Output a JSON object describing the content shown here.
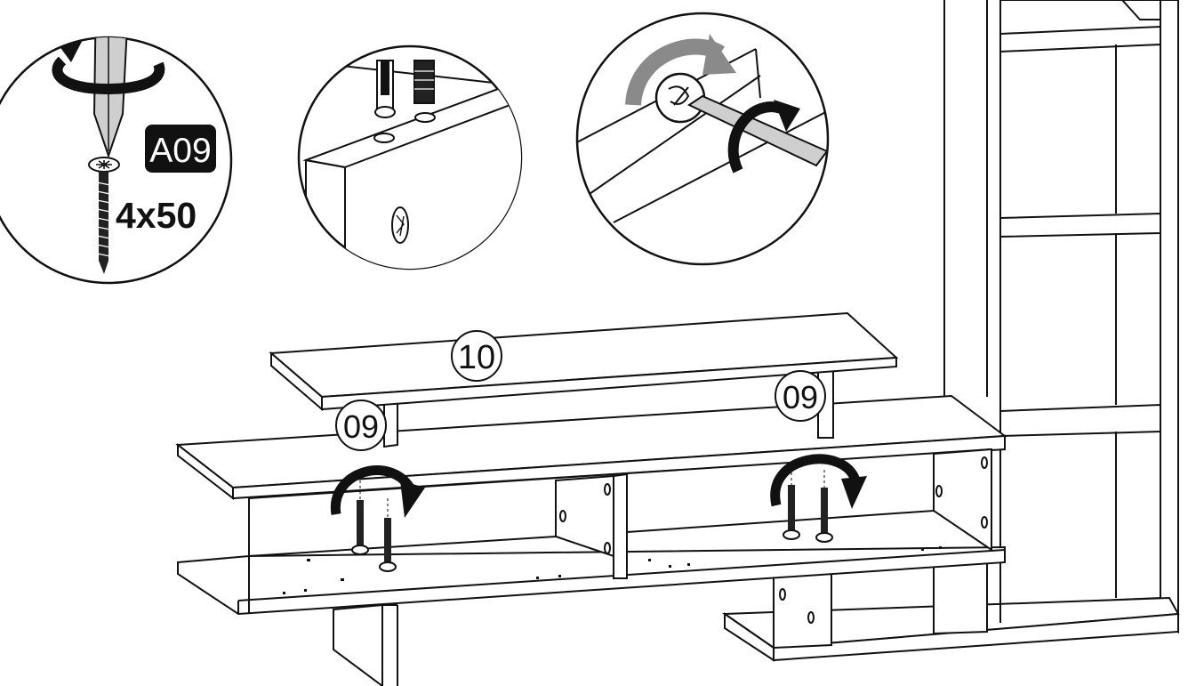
{
  "detail_screw": {
    "part_code": "A09",
    "screw_size": "4x50"
  },
  "part_labels": {
    "top_shelf": "10",
    "left_support": "09",
    "right_support": "09"
  },
  "colors": {
    "line": "#111111",
    "label_badge": "#111111",
    "rotation_arrow_grey": "#8a8a8a"
  }
}
